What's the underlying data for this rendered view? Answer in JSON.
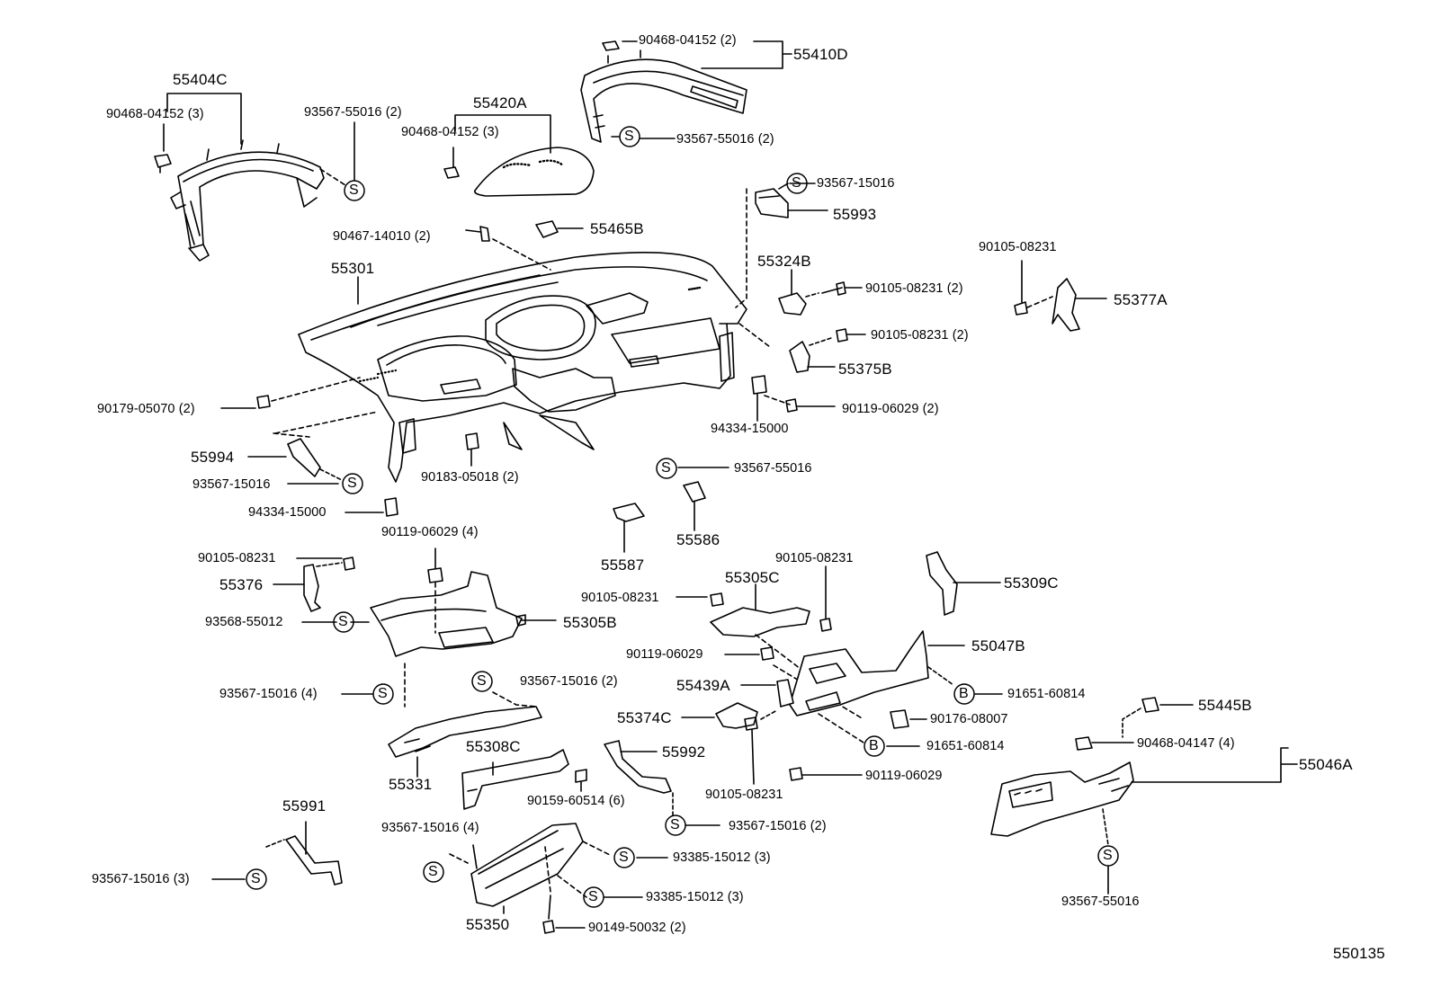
{
  "diagram_code": "550135",
  "markers": {
    "s": "S",
    "b": "B"
  },
  "labels": {
    "p55404C": "55404C",
    "p90468_04152_3a": "90468-04152 (3)",
    "p93567_55016_2a": "93567-55016 (2)",
    "p55420A": "55420A",
    "p90468_04152_3b": "90468-04152 (3)",
    "p90468_04152_2": "90468-04152 (2)",
    "p55410D": "55410D",
    "p93567_55016_2b": "93567-55016 (2)",
    "p93567_15016_a": "93567-15016",
    "p55993": "55993",
    "p90467_14010": "90467-14010 (2)",
    "p55465B": "55465B",
    "p55301": "55301",
    "p55324B": "55324B",
    "p90105_08231_2a": "90105-08231 (2)",
    "p90105_08231_top": "90105-08231",
    "p55377A": "55377A",
    "p90105_08231_2b": "90105-08231 (2)",
    "p55375B": "55375B",
    "p90119_06029_2": "90119-06029 (2)",
    "p94334_15000_a": "94334-15000",
    "p90179_05070": "90179-05070 (2)",
    "p55994": "55994",
    "p93567_15016_b": "93567-15016",
    "p90183_05018": "90183-05018 (2)",
    "p94334_15000_b": "94334-15000",
    "p93567_55016_c": "93567-55016",
    "p55586": "55586",
    "p55587": "55587",
    "p90119_06029_4": "90119-06029 (4)",
    "p90105_08231_c": "90105-08231",
    "p55376": "55376",
    "p93568_55012": "93568-55012",
    "p55305B": "55305B",
    "p93567_15016_4a": "93567-15016 (4)",
    "p90105_08231_d": "90105-08231",
    "p55305C": "55305C",
    "p90105_08231_e": "90105-08231",
    "p55309C": "55309C",
    "p90119_06029_a": "90119-06029",
    "p55047B": "55047B",
    "p93567_15016_2a": "93567-15016 (2)",
    "p55439A": "55439A",
    "p91651_60814_a": "91651-60814",
    "p55374C": "55374C",
    "p90176_08007": "90176-08007",
    "p55445B": "55445B",
    "p91651_60814_b": "91651-60814",
    "p90468_04147": "90468-04147 (4)",
    "p55308C": "55308C",
    "p55992": "55992",
    "p55046A": "55046A",
    "p55331": "55331",
    "p90159_60514": "90159-60514 (6)",
    "p90119_06029_b": "90119-06029",
    "p90105_08231_f": "90105-08231",
    "p55991": "55991",
    "p93567_15016_4b": "93567-15016 (4)",
    "p93567_15016_2b": "93567-15016 (2)",
    "p93385_15012_a": "93385-15012 (3)",
    "p93567_15016_3": "93567-15016 (3)",
    "p93385_15012_b": "93385-15012 (3)",
    "p93567_55016_d": "93567-55016",
    "p55350": "55350",
    "p90149_50032": "90149-50032 (2)"
  }
}
